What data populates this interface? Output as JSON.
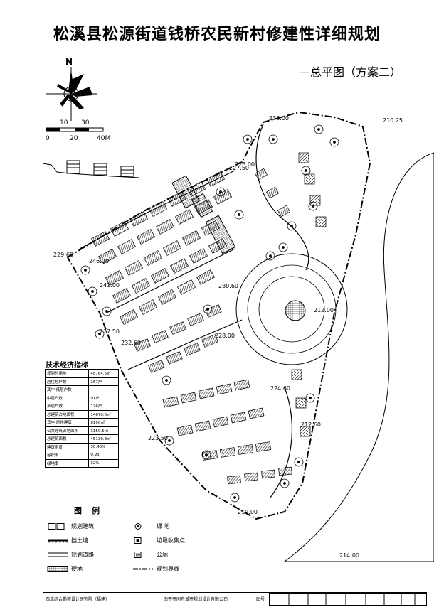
{
  "title": "松溪县松源街道钱桥农民新村修建性详细规划",
  "subtitle": "—总平图（方案二）",
  "compass": {
    "north": "N"
  },
  "scale": {
    "top_ticks": [
      "10",
      "30"
    ],
    "bottom_ticks": [
      "0",
      "20",
      "40M"
    ]
  },
  "elevations": [
    "238.00",
    "210.25",
    "226.00",
    "229.60",
    "246.00",
    "241.00",
    "230.60",
    "212.00",
    "227.50",
    "232.60",
    "228.00",
    "224.60",
    "227.50",
    "223.50",
    "212.60",
    "219.00",
    "214.00"
  ],
  "tech_table": {
    "title": "技术经济指标",
    "rows": [
      [
        "规划总用地",
        "48764.5㎡"
      ],
      [
        "居住总户数",
        "267户"
      ],
      [
        "其中 低层户数",
        ""
      ],
      [
        "中层户数",
        "91户"
      ],
      [
        "多层户数",
        "176户"
      ],
      [
        "总建筑占地面积",
        "14670.6㎡"
      ],
      [
        "其中 居住建筑",
        "8190㎡"
      ],
      [
        "公共建筑占地面积",
        "3150.5㎡"
      ],
      [
        "总建筑面积",
        "45130.8㎡"
      ],
      [
        "建筑密度",
        "30.48%"
      ],
      [
        "容积率",
        "0.93"
      ],
      [
        "绿地率",
        "32%"
      ]
    ]
  },
  "legend": {
    "title": "图例",
    "items": [
      {
        "label": "规划建筑",
        "icon": "building-symbol"
      },
      {
        "label": "绿  地",
        "icon": "tree-symbol"
      },
      {
        "label": "挡土墙",
        "icon": "retaining-wall-symbol"
      },
      {
        "label": "垃圾收集点",
        "icon": "garbage-symbol"
      },
      {
        "label": "规划道路",
        "icon": "road-symbol"
      },
      {
        "label": "公厕",
        "icon": "toilet-symbol"
      },
      {
        "label": "硬地",
        "icon": "hardscape-symbol"
      },
      {
        "label": "规划界线",
        "icon": "boundary-symbol"
      }
    ]
  },
  "title_block": {
    "left": "西北综合勘察设计研究院（福建）",
    "center": "南平市同舟城市规划设计有限公司",
    "label": "图号"
  }
}
